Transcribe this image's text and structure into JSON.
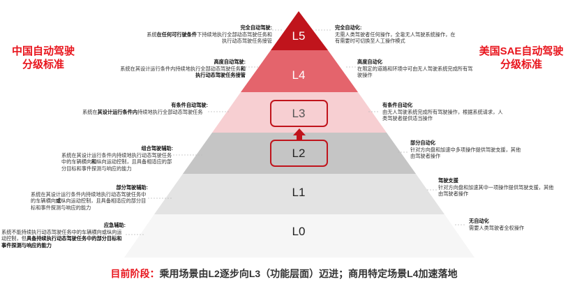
{
  "left_title": [
    "中国自动驾驶",
    "分级标准"
  ],
  "right_title": [
    "美国SAE自动驾驶",
    "分级标准"
  ],
  "levels": [
    "L5",
    "L4",
    "L3",
    "L2",
    "L1",
    "L0"
  ],
  "china": [
    {
      "title": "完全自动驾驶:",
      "p1": "系统",
      "b1": "在任何可行驶条件",
      "p2": "下持续地执行全部动态驾驶任务和执行动态驾驶任务接管"
    },
    {
      "title": "高度自动驾驶:",
      "p1": "系统在其设计运行条件内持续地执行全部动态驾驶任务",
      "b1": "和执行动态驾驶任务接管",
      "p2": ""
    },
    {
      "title": "有条件自动驾驶:",
      "p1": "系统在",
      "b1": "其设计运行条件内",
      "p2": "持续地执行全部动态驾驶任务"
    },
    {
      "title": "组合驾驶辅助:",
      "p1": "系统在其设计运行条件内持续地执行动态驾驶任务中的车辆横向",
      "b1": "和",
      "p2": "纵向运动控制，且具备相适应的部分目标和事件探测与响应的能力"
    },
    {
      "title": "部分驾驶辅助:",
      "p1": "系统在其设计运行条件内持续地执行动态驾驶任务中的车辆横向",
      "b1": "或",
      "p2": "纵向运动控制，且具备相适应的部分目标和事件探测与响应的能力"
    },
    {
      "title": "应急辅助:",
      "p1": "系统不能持续执行动态驾驶任务中的车辆横向或纵向运动控制，但",
      "b1": "具备持续执行动态驾驶任务中的部分目标和事件探测与响应的能力",
      "p2": ""
    }
  ],
  "sae": [
    {
      "title": "完全自动化:",
      "text": "无需人类驾驶者任何操作，全靠无人驾驶系统操作，在有需要时可切换至人工操作模式"
    },
    {
      "title": "高度自动化",
      "text": "在限定的道路和环境中可由无人驾驶系统完成所有驾驶操作"
    },
    {
      "title": "有条件自动化",
      "text": "由无人驾驶系统完成所有驾驶操作，根据系统请求，人类驾驶者提供适当操作"
    },
    {
      "title": "部分自动化",
      "text": "针对方向盘和加速中多项操作提供驾驶支援，其他由驾驶者操作"
    },
    {
      "title": "驾驶支援",
      "text": "针对方向盘和加速其中一项操作提供驾驶支援，其他由驾驶者操作"
    },
    {
      "title": "无自动化",
      "text": "需要人类驾驶者全权操作"
    }
  ],
  "footer": {
    "highlight": "目前阶段：",
    "text": "乘用场景由L2逐步向L3（功能层面）迈进；商用特定场景L4加速落地"
  },
  "colors": {
    "red": "#e8141c",
    "l5": "#c0141c",
    "l4": "#e4646c",
    "l3": "#f7cfd2",
    "l2": "#c5c5c5",
    "l1": "#e3e3e3",
    "l0": "#f6f6f6"
  }
}
